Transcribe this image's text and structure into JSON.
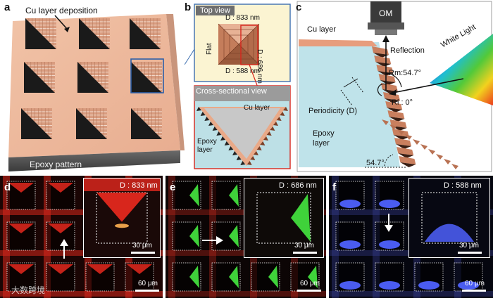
{
  "panel_a": {
    "label": "a",
    "cu_label": "Cu layer deposition",
    "epoxy_label": "Epoxy pattern"
  },
  "panel_b": {
    "label": "b",
    "top_view_title": "Top view",
    "d_top": "D : 833 nm",
    "d_right": "D : 686 nm",
    "d_bottom": "D : 588 nm",
    "flat_label": "Flat",
    "cross_title": "Cross-sectional view",
    "cu_layer": "Cu layer",
    "epoxy_line1": "Epoxy",
    "epoxy_line2": "layer"
  },
  "panel_c": {
    "label": "c",
    "cu_layer": "Cu layer",
    "om_label": "OM",
    "white_light": "White Light",
    "reflection": "Reflection",
    "rm_angle": "Rm:54.7°",
    "ri_angle": "Ri : 0°",
    "periodicity": "Periodicity (D)",
    "epoxy_line1": "Epoxy",
    "epoxy_line2": "layer",
    "base_angle": "54.7°"
  },
  "panel_d": {
    "label": "d",
    "inset_d": "D : 833 nm",
    "inset_scale": "30 μm",
    "main_scale": "60 μm",
    "color": "#d8261c"
  },
  "panel_e": {
    "label": "e",
    "inset_d": "D : 686 nm",
    "inset_scale": "30 μm",
    "main_scale": "60 μm",
    "color": "#3fd23a"
  },
  "panel_f": {
    "label": "f",
    "inset_d": "D : 588 nm",
    "inset_scale": "30 μm",
    "main_scale": "60 μm",
    "color": "#4a5cf0"
  },
  "watermark": "大数跨境"
}
